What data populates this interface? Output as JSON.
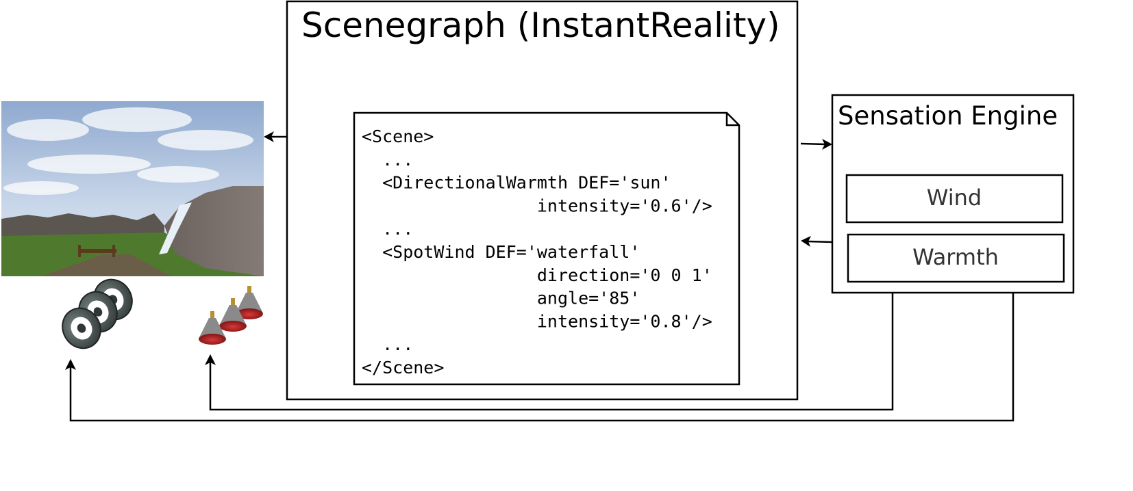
{
  "scenegraph": {
    "title": "Scenegraph (InstantReality)",
    "code_lines": [
      "<Scene>",
      "  ...",
      "  <DirectionalWarmth DEF='sun'",
      "                 intensity='0.6'/>",
      "  ...",
      "  <SpotWind DEF='waterfall'",
      "                 direction='0 0 1'",
      "                 angle='85'",
      "                 intensity='0.8'/>",
      "  ...",
      "</Scene>"
    ]
  },
  "sensation_engine": {
    "title": "Sensation Engine",
    "modules": [
      {
        "label": "Wind"
      },
      {
        "label": "Warmth"
      }
    ]
  },
  "devices": {
    "rendered_scene": "virtual-landscape-with-waterfall",
    "fans": "fan-devices",
    "heat_lamps": "infrared-heat-lamps"
  },
  "colors": {
    "line": "#000000",
    "lamp_red": "#a81c1c",
    "fan_gray": "#46504f"
  }
}
